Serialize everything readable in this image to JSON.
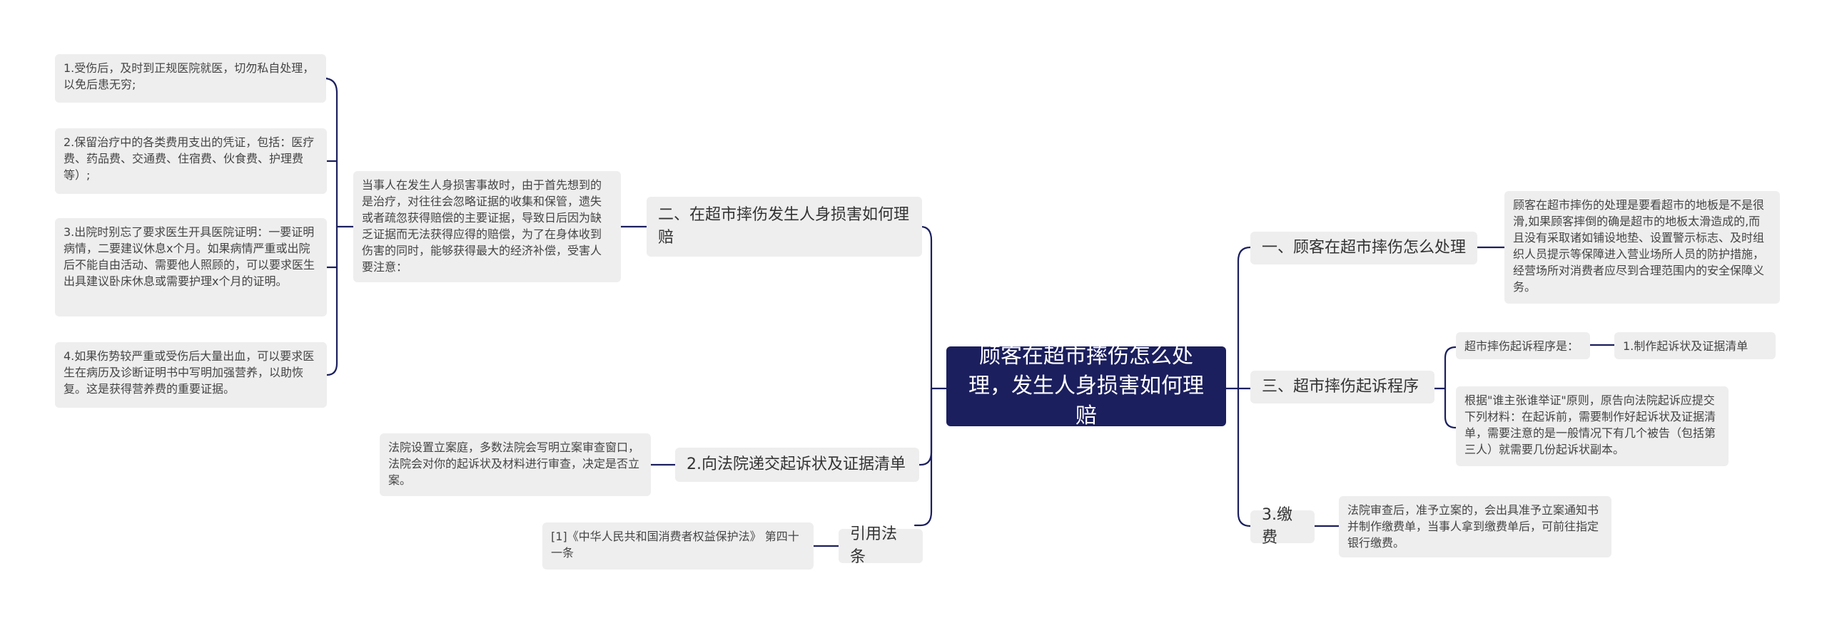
{
  "root": {
    "title": "顾客在超市摔伤怎么处理，发生人身损害如何理赔"
  },
  "left": {
    "branch1": {
      "label": "二、在超市摔伤发生人身损害如何理赔",
      "intro": "当事人在发生人身损害事故时，由于首先想到的是治疗，对往往会忽略证据的收集和保管，遗失或者疏忽获得赔偿的主要证据，导致日后因为缺乏证据而无法获得应得的赔偿，为了在身体收到伤害的同时，能够获得最大的经济补偿，受害人要注意：",
      "items": [
        "1.受伤后，及时到正规医院就医，切勿私自处理，以免后患无穷;",
        "2.保留治疗中的各类费用支出的凭证，包括：医疗费、药品费、交通费、住宿费、伙食费、护理费等）;",
        "3.出院时别忘了要求医生开具医院证明：一要证明病情，二要建议休息x个月。如果病情严重或出院后不能自由活动、需要他人照顾的，可以要求医生出具建议卧床休息或需要护理x个月的证明。",
        "4.如果伤势较严重或受伤后大量出血，可以要求医生在病历及诊断证明书中写明加强营养，以助恢复。这是获得营养费的重要证据。"
      ]
    },
    "branch2": {
      "label": "2.向法院递交起诉状及证据清单",
      "detail": "法院设置立案庭，多数法院会写明立案审查窗口，法院会对你的起诉状及材料进行审查，决定是否立案。"
    },
    "branch3": {
      "label": "引用法条",
      "detail": "[1]《中华人民共和国消费者权益保护法》 第四十一条"
    }
  },
  "right": {
    "branch1": {
      "label": "一、顾客在超市摔伤怎么处理",
      "detail": "顾客在超市摔伤的处理是要看超市的地板是不是很滑,如果顾客摔倒的确是超市的地板太滑造成的,而且没有采取诸如铺设地垫、设置警示标志、及时组织人员提示等保障进入营业场所人员的防护措施，经营场所对消费者应尽到合理范围内的安全保障义务。"
    },
    "branch2": {
      "label": "三、超市摔伤起诉程序",
      "sub1": {
        "label": "超市摔伤起诉程序是：",
        "child": "1.制作起诉状及证据清单"
      },
      "sub2": "根据\"谁主张谁举证\"原则，原告向法院起诉应提交下列材料：在起诉前，需要制作好起诉状及证据清单，需要注意的是一般情况下有几个被告（包括第三人）就需要几份起诉状副本。"
    },
    "branch3": {
      "label": "3.缴费",
      "detail": "法院审查后，准予立案的，会出具准予立案通知书并制作缴费单，当事人拿到缴费单后，可前往指定银行缴费。"
    }
  },
  "colors": {
    "root_bg": "#1b1f5e",
    "line": "#1b1f5e",
    "node_bg": "#eeeeee"
  }
}
